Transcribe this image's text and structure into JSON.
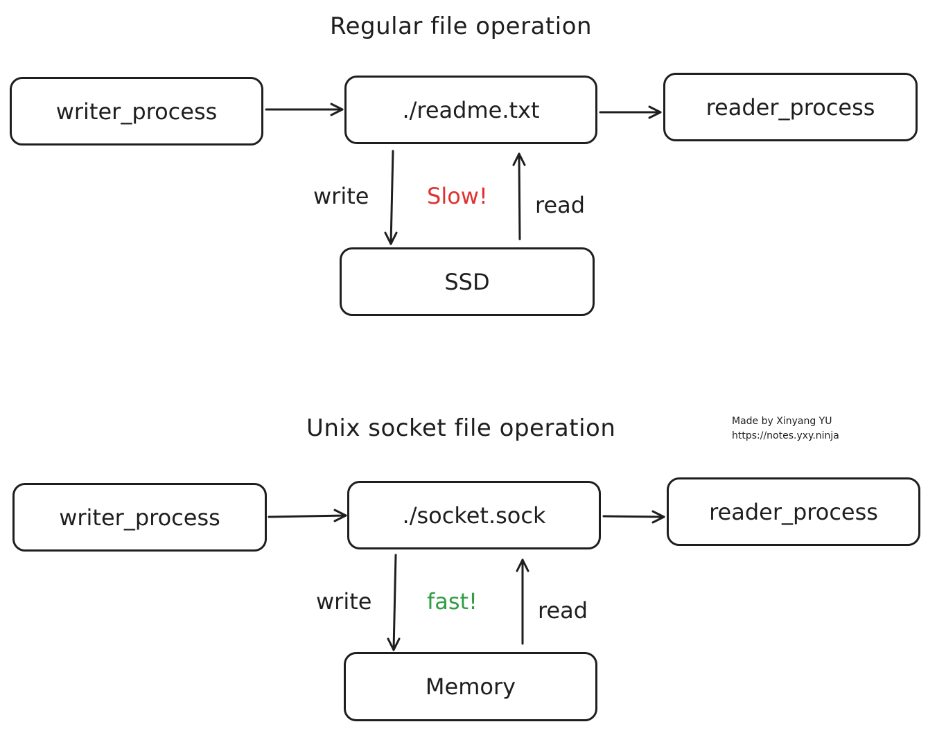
{
  "colors": {
    "stroke": "#1e1e1e",
    "slow": "#e03131",
    "fast": "#2f9e44"
  },
  "regular": {
    "title": "Regular file operation",
    "writer": "writer_process",
    "file": "./readme.txt",
    "reader": "reader_process",
    "write_label": "write",
    "read_label": "read",
    "speed_label": "Slow!",
    "storage": "SSD"
  },
  "socket": {
    "title": "Unix socket file operation",
    "writer": "writer_process",
    "file": "./socket.sock",
    "reader": "reader_process",
    "write_label": "write",
    "read_label": "read",
    "speed_label": "fast!",
    "storage": "Memory"
  },
  "credit": {
    "line1": "Made by Xinyang YU",
    "line2": "https://notes.yxy.ninja"
  }
}
